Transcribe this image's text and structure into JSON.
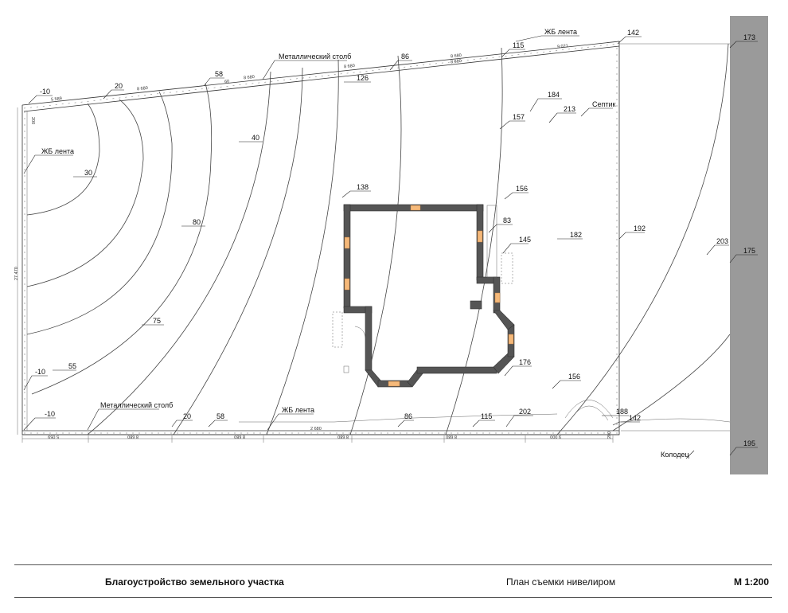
{
  "labels": {
    "metal_pole_top": "Металлический столб",
    "metal_pole_bottom": "Металлический столб",
    "zhb_top": "ЖБ лента",
    "zhb_left": "ЖБ лента",
    "zhb_bottom": "ЖБ лента",
    "septic": "Септик",
    "well": "Колодец",
    "l_m10a": "-10",
    "l_20a": "20",
    "l_58a": "58",
    "l_86a": "86",
    "l_115a": "115",
    "l_142a": "142",
    "l_173": "173",
    "l_126": "126",
    "l_40": "40",
    "l_30": "30",
    "l_80": "80",
    "l_75": "75",
    "l_55": "55",
    "l_m10b": "-10",
    "l_m10c": "-10",
    "l_20b": "20",
    "l_58b": "58",
    "l_86b": "86",
    "l_115b": "115",
    "l_202": "202",
    "l_188": "188",
    "l_142b": "142",
    "l_195": "195",
    "l_184": "184",
    "l_213": "213",
    "l_157": "157",
    "l_138": "138",
    "l_156a": "156",
    "l_83": "83",
    "l_145": "145",
    "l_182": "182",
    "l_192": "192",
    "l_203": "203",
    "l_175": "175",
    "l_176": "176",
    "l_156b": "156"
  },
  "dims": {
    "top_1": "5 589",
    "top_2": "8 680",
    "top_3": "8 680",
    "top_4": "8 680",
    "top_5": "8 680",
    "top_6": "8 680",
    "top_7": "9 021",
    "bottom_1": "5 059",
    "bottom_2": "8 680",
    "bottom_3": "8 680",
    "bottom_4": "8 680",
    "bottom_5": "8 680",
    "bottom_6": "9 000",
    "left_total": "27 470",
    "left_small": "200",
    "right_small": "200",
    "mid_small": "60",
    "mid_bottom": "2 680"
  },
  "footer": {
    "project_title": "Благоустройство земельного участка",
    "sheet_title": "План съемки нивелиром",
    "scale": "М 1:200"
  }
}
